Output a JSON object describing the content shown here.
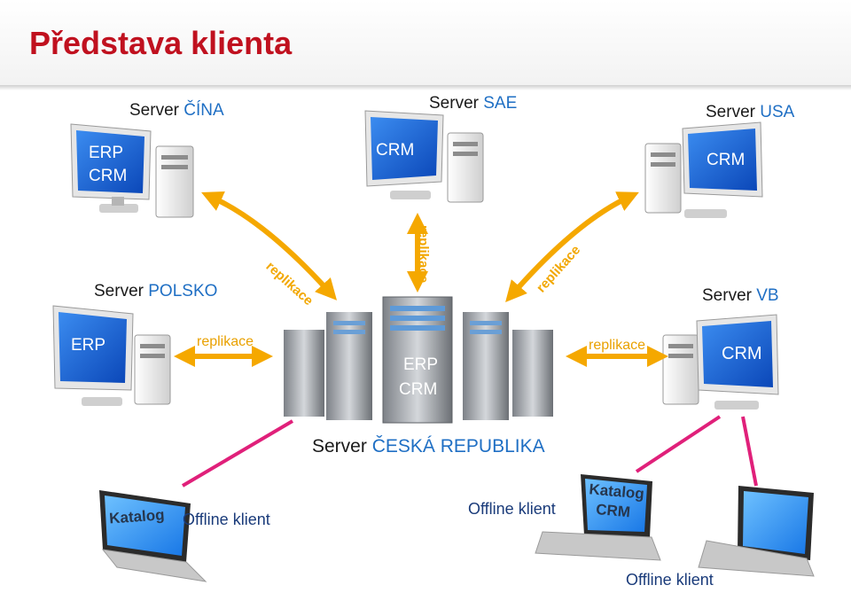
{
  "title": "Představa klienta",
  "servers": {
    "cina": {
      "label": "Server",
      "country": "ČÍNA",
      "screen_lines": [
        "ERP",
        "CRM"
      ]
    },
    "sae": {
      "label": "Server",
      "country": "SAE",
      "screen_lines": [
        "CRM"
      ]
    },
    "usa": {
      "label": "Server",
      "country": "USA",
      "screen_lines": [
        "CRM"
      ]
    },
    "polsko": {
      "label": "Server",
      "country": "POLSKO",
      "screen_lines": [
        "ERP"
      ]
    },
    "vb": {
      "label": "Server",
      "country": "VB",
      "screen_lines": [
        "CRM"
      ]
    },
    "cr": {
      "label": "Server",
      "country": "ČESKÁ REPUBLIKA",
      "screen_lines": [
        "ERP",
        "CRM"
      ]
    }
  },
  "replication_label": "replikace",
  "clients": {
    "left": {
      "screen": "Katalog",
      "label": "Offline klient"
    },
    "middle": {
      "screen_lines": [
        "Katalog",
        "CRM"
      ],
      "label": "Offline klient"
    },
    "right": {
      "label": "Offline klient"
    }
  },
  "colors": {
    "title": "#c0111f",
    "accent": "#1f6fc4",
    "arrow": "#f5a800",
    "link": "#e0207a",
    "screen": "#1565d8"
  }
}
